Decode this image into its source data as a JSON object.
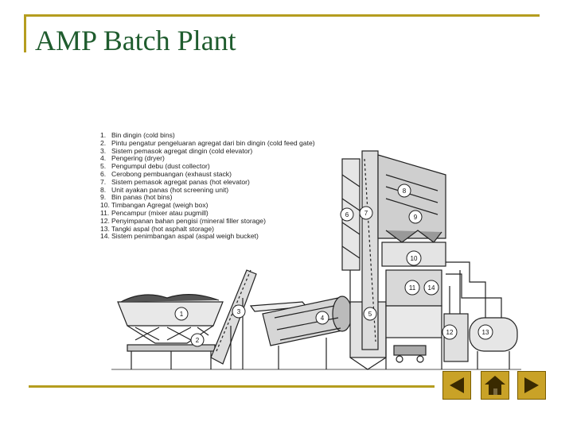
{
  "slide": {
    "title": "AMP Batch Plant"
  },
  "legend": [
    {
      "num": "1.",
      "text": "Bin dingin (cold bins)"
    },
    {
      "num": "2.",
      "text": "Pintu pengatur pengeluaran agregat dari bin dingin (cold feed gate)"
    },
    {
      "num": "3.",
      "text": "Sistem pemasok agregat dingin (cold elevator)"
    },
    {
      "num": "4.",
      "text": "Pengering (dryer)"
    },
    {
      "num": "5.",
      "text": "Pengumpul debu (dust collector)"
    },
    {
      "num": "6.",
      "text": "Cerobong pembuangan (exhaust stack)"
    },
    {
      "num": "7.",
      "text": "Sistem pemasok agregat panas (hot elevator)"
    },
    {
      "num": "8.",
      "text": "Unit ayakan panas (hot screening unit)"
    },
    {
      "num": "9.",
      "text": "Bin panas (hot bins)"
    },
    {
      "num": "10.",
      "text": "Timbangan Agregat (weigh box)"
    },
    {
      "num": "11.",
      "text": "Pencampur (mixer atau pugmill)"
    },
    {
      "num": "12.",
      "text": "Penyimpanan bahan pengisi (mineral filler storage)"
    },
    {
      "num": "13.",
      "text": "Tangki aspal (hot asphalt storage)"
    },
    {
      "num": "14.",
      "text": "Sistem penimbangan aspal (aspal weigh bucket)"
    }
  ],
  "callouts": [
    "1",
    "2",
    "3",
    "4",
    "5",
    "6",
    "7",
    "8",
    "9",
    "10",
    "11",
    "12",
    "13",
    "14"
  ],
  "icons": {
    "prev": "triangle-left-icon",
    "home": "home-icon",
    "next": "triangle-right-icon"
  },
  "colors": {
    "accent": "#b59d1f",
    "title": "#1f5c2e",
    "button": "#c9a227"
  }
}
